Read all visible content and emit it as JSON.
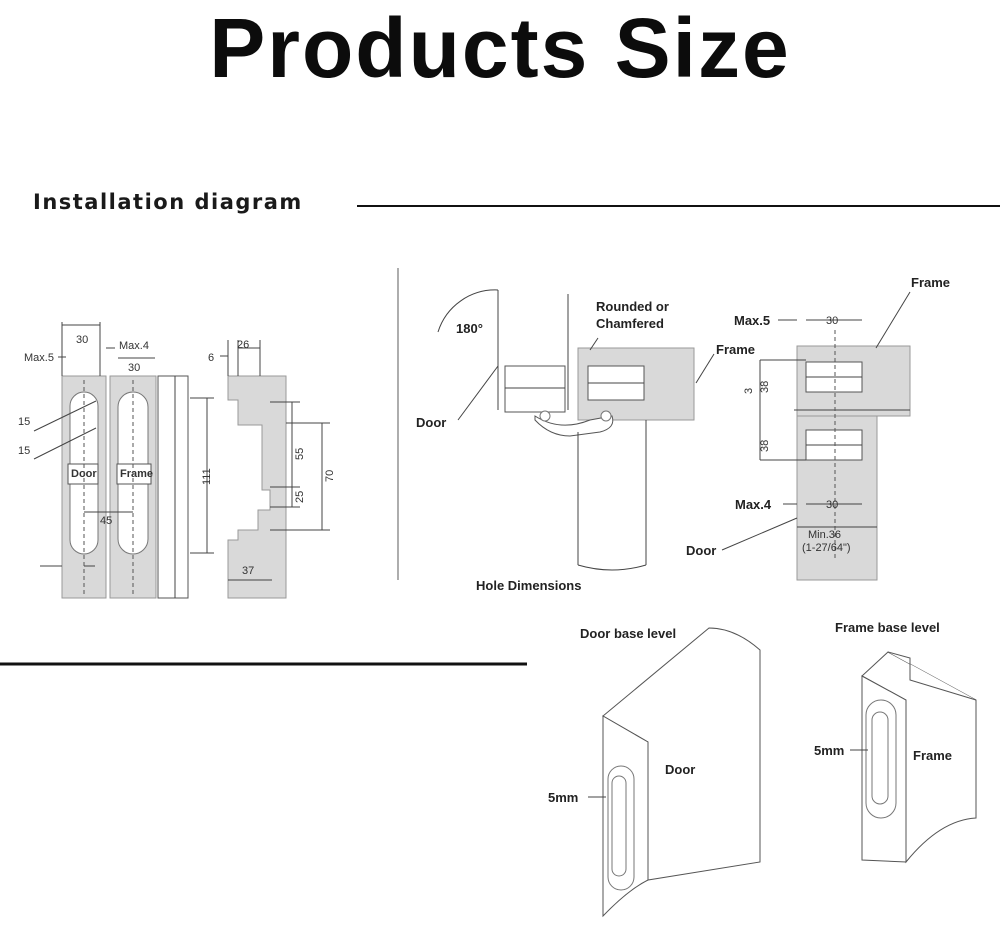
{
  "title": "Products Size",
  "section": "Installation diagram",
  "left_dims": {
    "d30_top": "30",
    "max4": "Max.4",
    "d30_b": "30",
    "max5": "Max.5",
    "d6": "6",
    "d26": "26",
    "d15a": "15",
    "d15b": "15",
    "door": "Door",
    "frame": "Frame",
    "d45": "45",
    "d111": "111",
    "d55": "55",
    "d25": "25",
    "d70": "70",
    "d37": "37"
  },
  "middle": {
    "angle": "180°",
    "rounded": "Rounded or",
    "chamfered": "Chamfered",
    "frame": "Frame",
    "door": "Door",
    "hole_dimensions": "Hole Dimensions"
  },
  "right": {
    "frame": "Frame",
    "max5": "Max.5",
    "d30_top": "30",
    "d3": "3",
    "d38a": "38",
    "d38b": "38",
    "max4": "Max.4",
    "d30_bottom": "30",
    "min36": "Min.36",
    "min36_in": "(1-27/64\")",
    "door": "Door"
  },
  "bottom": {
    "door_base_level": "Door base level",
    "frame_base_level": "Frame base level",
    "door_5mm": "5mm",
    "frame_5mm": "5mm",
    "door_label": "Door",
    "frame_label": "Frame"
  }
}
